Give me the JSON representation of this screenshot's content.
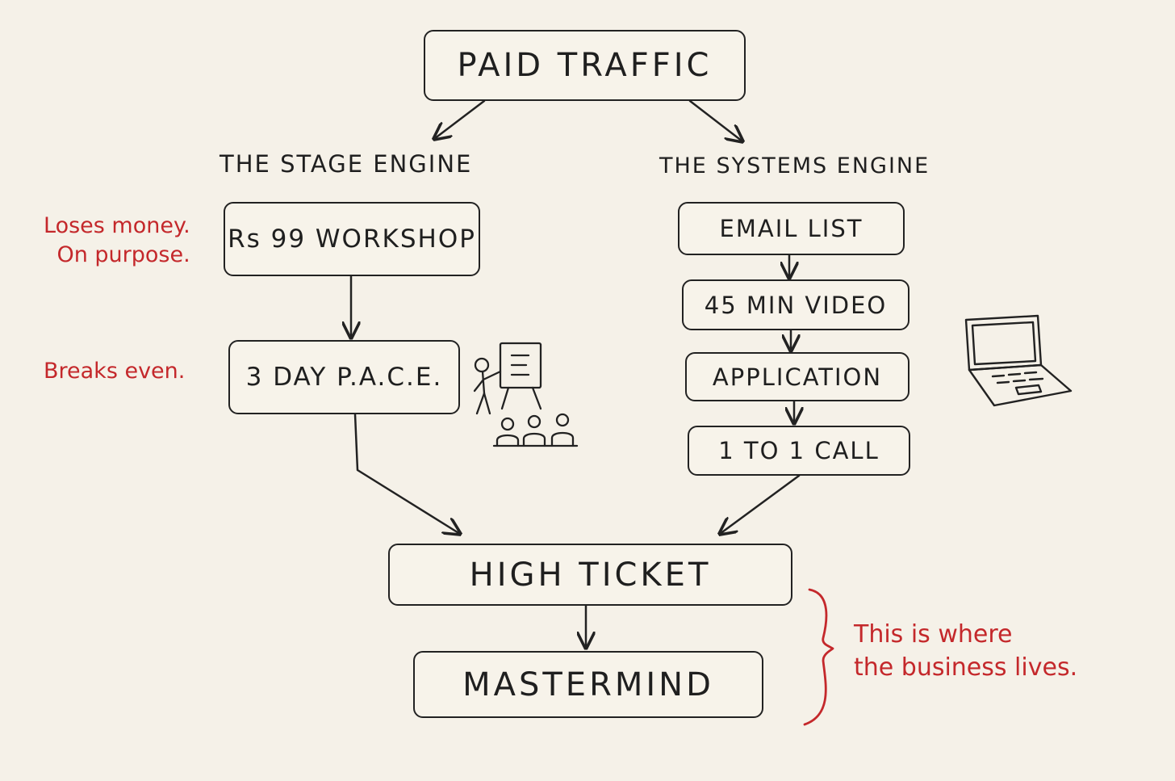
{
  "diagram": {
    "top": {
      "paid_traffic": "PAID TRAFFIC"
    },
    "left_engine": {
      "title": "THE STAGE ENGINE",
      "workshop": "Rs 99 WORKSHOP",
      "pace": "3 DAY P.A.C.E."
    },
    "right_engine": {
      "title": "THE SYSTEMS ENGINE",
      "email_list": "EMAIL LIST",
      "video": "45 MIN VIDEO",
      "application": "APPLICATION",
      "call": "1 TO 1 CALL"
    },
    "bottom": {
      "high_ticket": "HIGH TICKET",
      "mastermind": "MASTERMIND"
    },
    "notes": {
      "loses_money_line1": "Loses money.",
      "loses_money_line2": "On purpose.",
      "breaks_even": "Breaks even.",
      "business_lives_line1": "This is where",
      "business_lives_line2": "the business lives."
    },
    "icons": {
      "presenter": "presenter-with-audience-icon",
      "laptop": "laptop-icon"
    },
    "colors": {
      "ink": "#222222",
      "note_red": "#c4282b",
      "paper": "#f5f1e8"
    }
  }
}
